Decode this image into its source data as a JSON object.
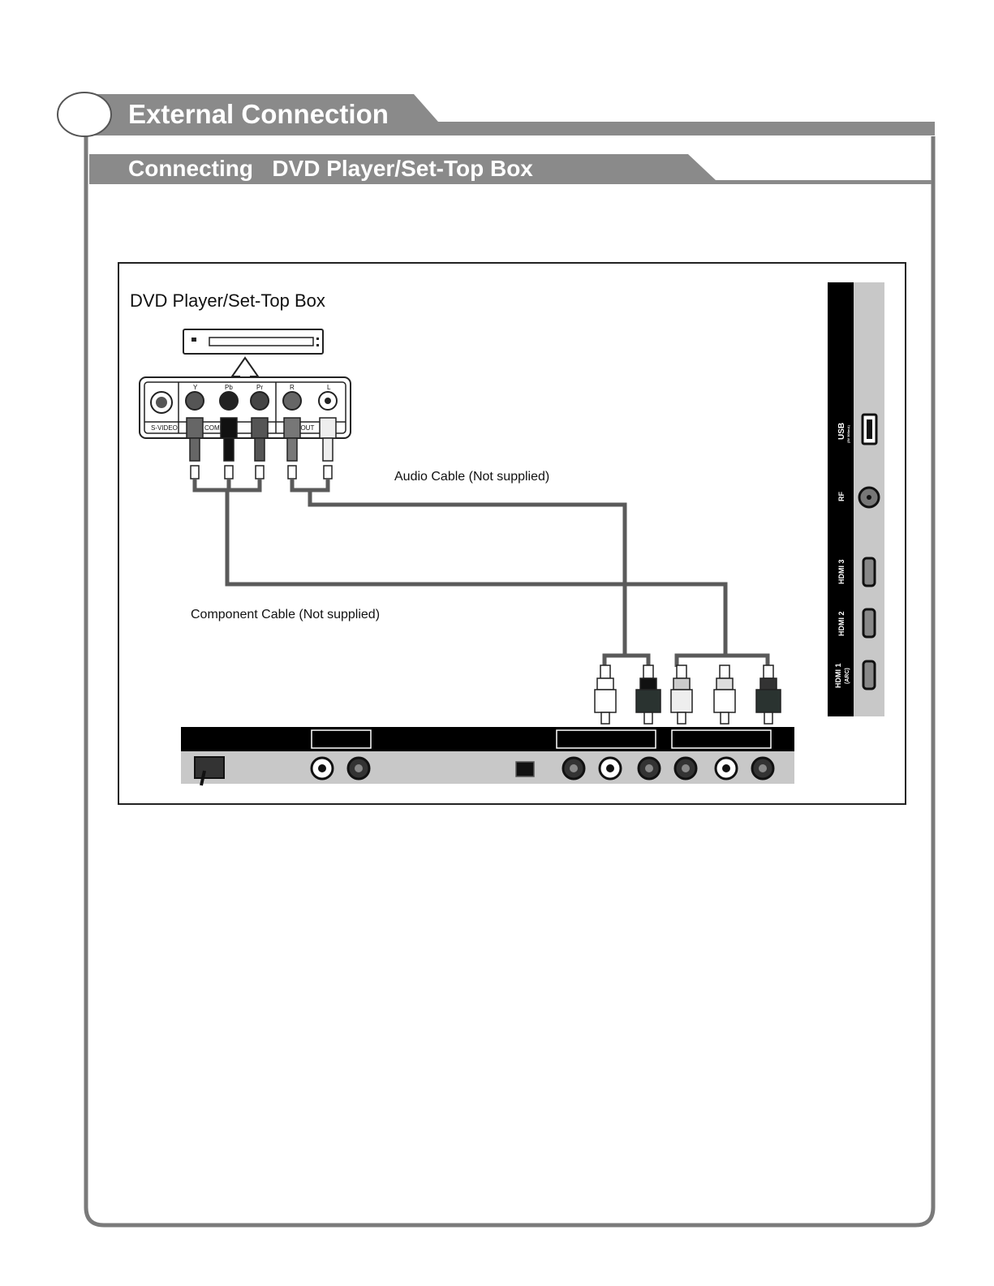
{
  "header": {
    "title": "External Connection",
    "subtitle": "Connecting   DVD Player/Set-Top Box"
  },
  "diagram": {
    "device_title": "DVD Player/Set-Top Box",
    "device_jacks": {
      "svideo_label": "S-VIDEO",
      "component_label": "COMP",
      "audio_label": "O OUT",
      "y": "Y",
      "pb": "Pb",
      "pr": "Pr",
      "r": "R",
      "l": "L"
    },
    "cable_labels": {
      "audio": "Audio Cable (Not supplied)",
      "component": "Component Cable (Not supplied)"
    },
    "tv_side_ports": {
      "usb": "USB",
      "usb_note": "(5V 500mA)",
      "rf": "RF",
      "hdmi3": "HDMI 3",
      "hdmi2": "HDMI 2",
      "hdmi1": "HDMI 1",
      "hdmi1_note": "(ARC)"
    }
  },
  "colors": {
    "header_gray": "#8a8a8a",
    "frame_gray": "#7a7a7a",
    "cable_gray": "#5a5a5a",
    "panel_black": "#000000",
    "panel_light": "#c8c8c8"
  }
}
